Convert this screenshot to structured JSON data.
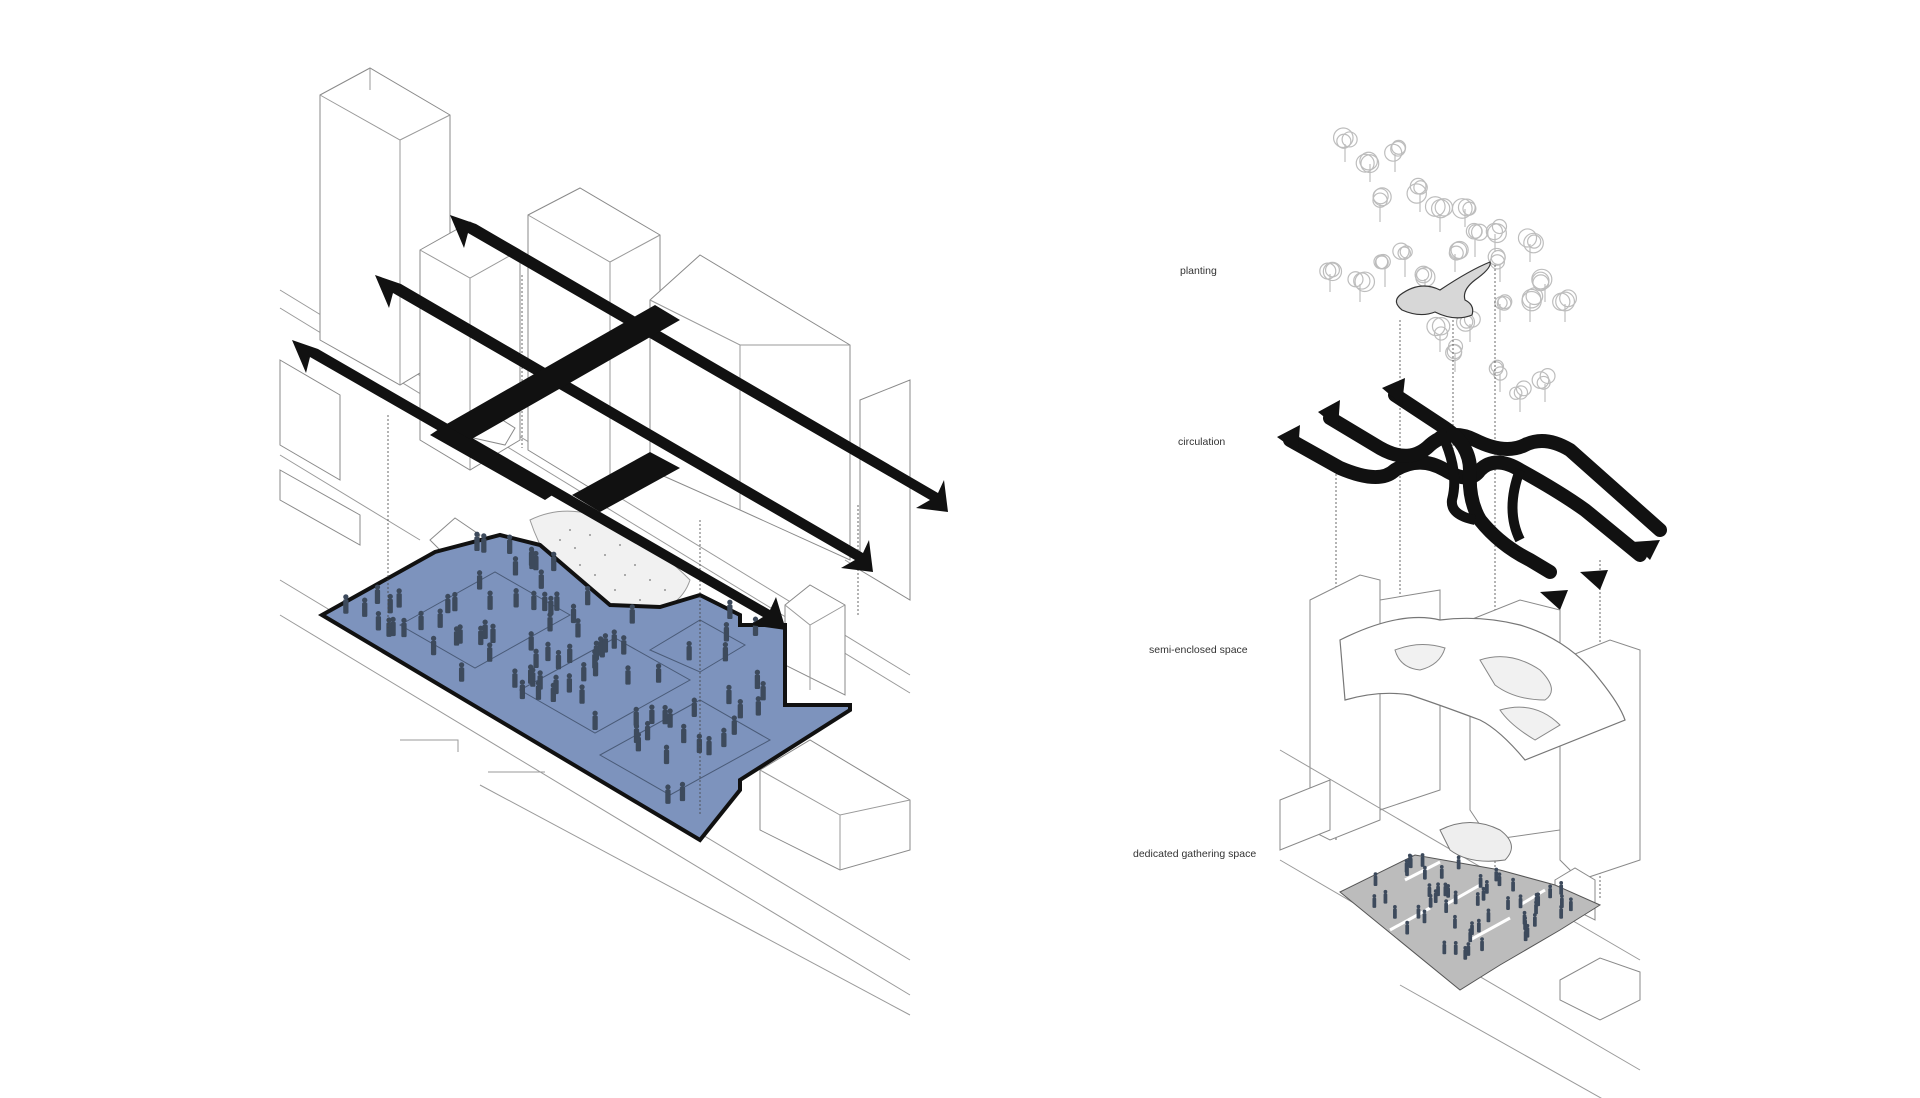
{
  "colors": {
    "background": "#ffffff",
    "plaza_fill": "#7d93bd",
    "plaza_outline": "#111111",
    "circulation": "#111111",
    "building_stroke": "#8a8a8a",
    "gathering_fill": "#bcbcbc",
    "label_text": "#333333"
  },
  "layers": [
    {
      "id": "planting",
      "label": "planting"
    },
    {
      "id": "circulation",
      "label": "circulation"
    },
    {
      "id": "semi-enclosed",
      "label": "semi-enclosed space"
    },
    {
      "id": "gathering",
      "label": "dedicated gathering space"
    }
  ]
}
